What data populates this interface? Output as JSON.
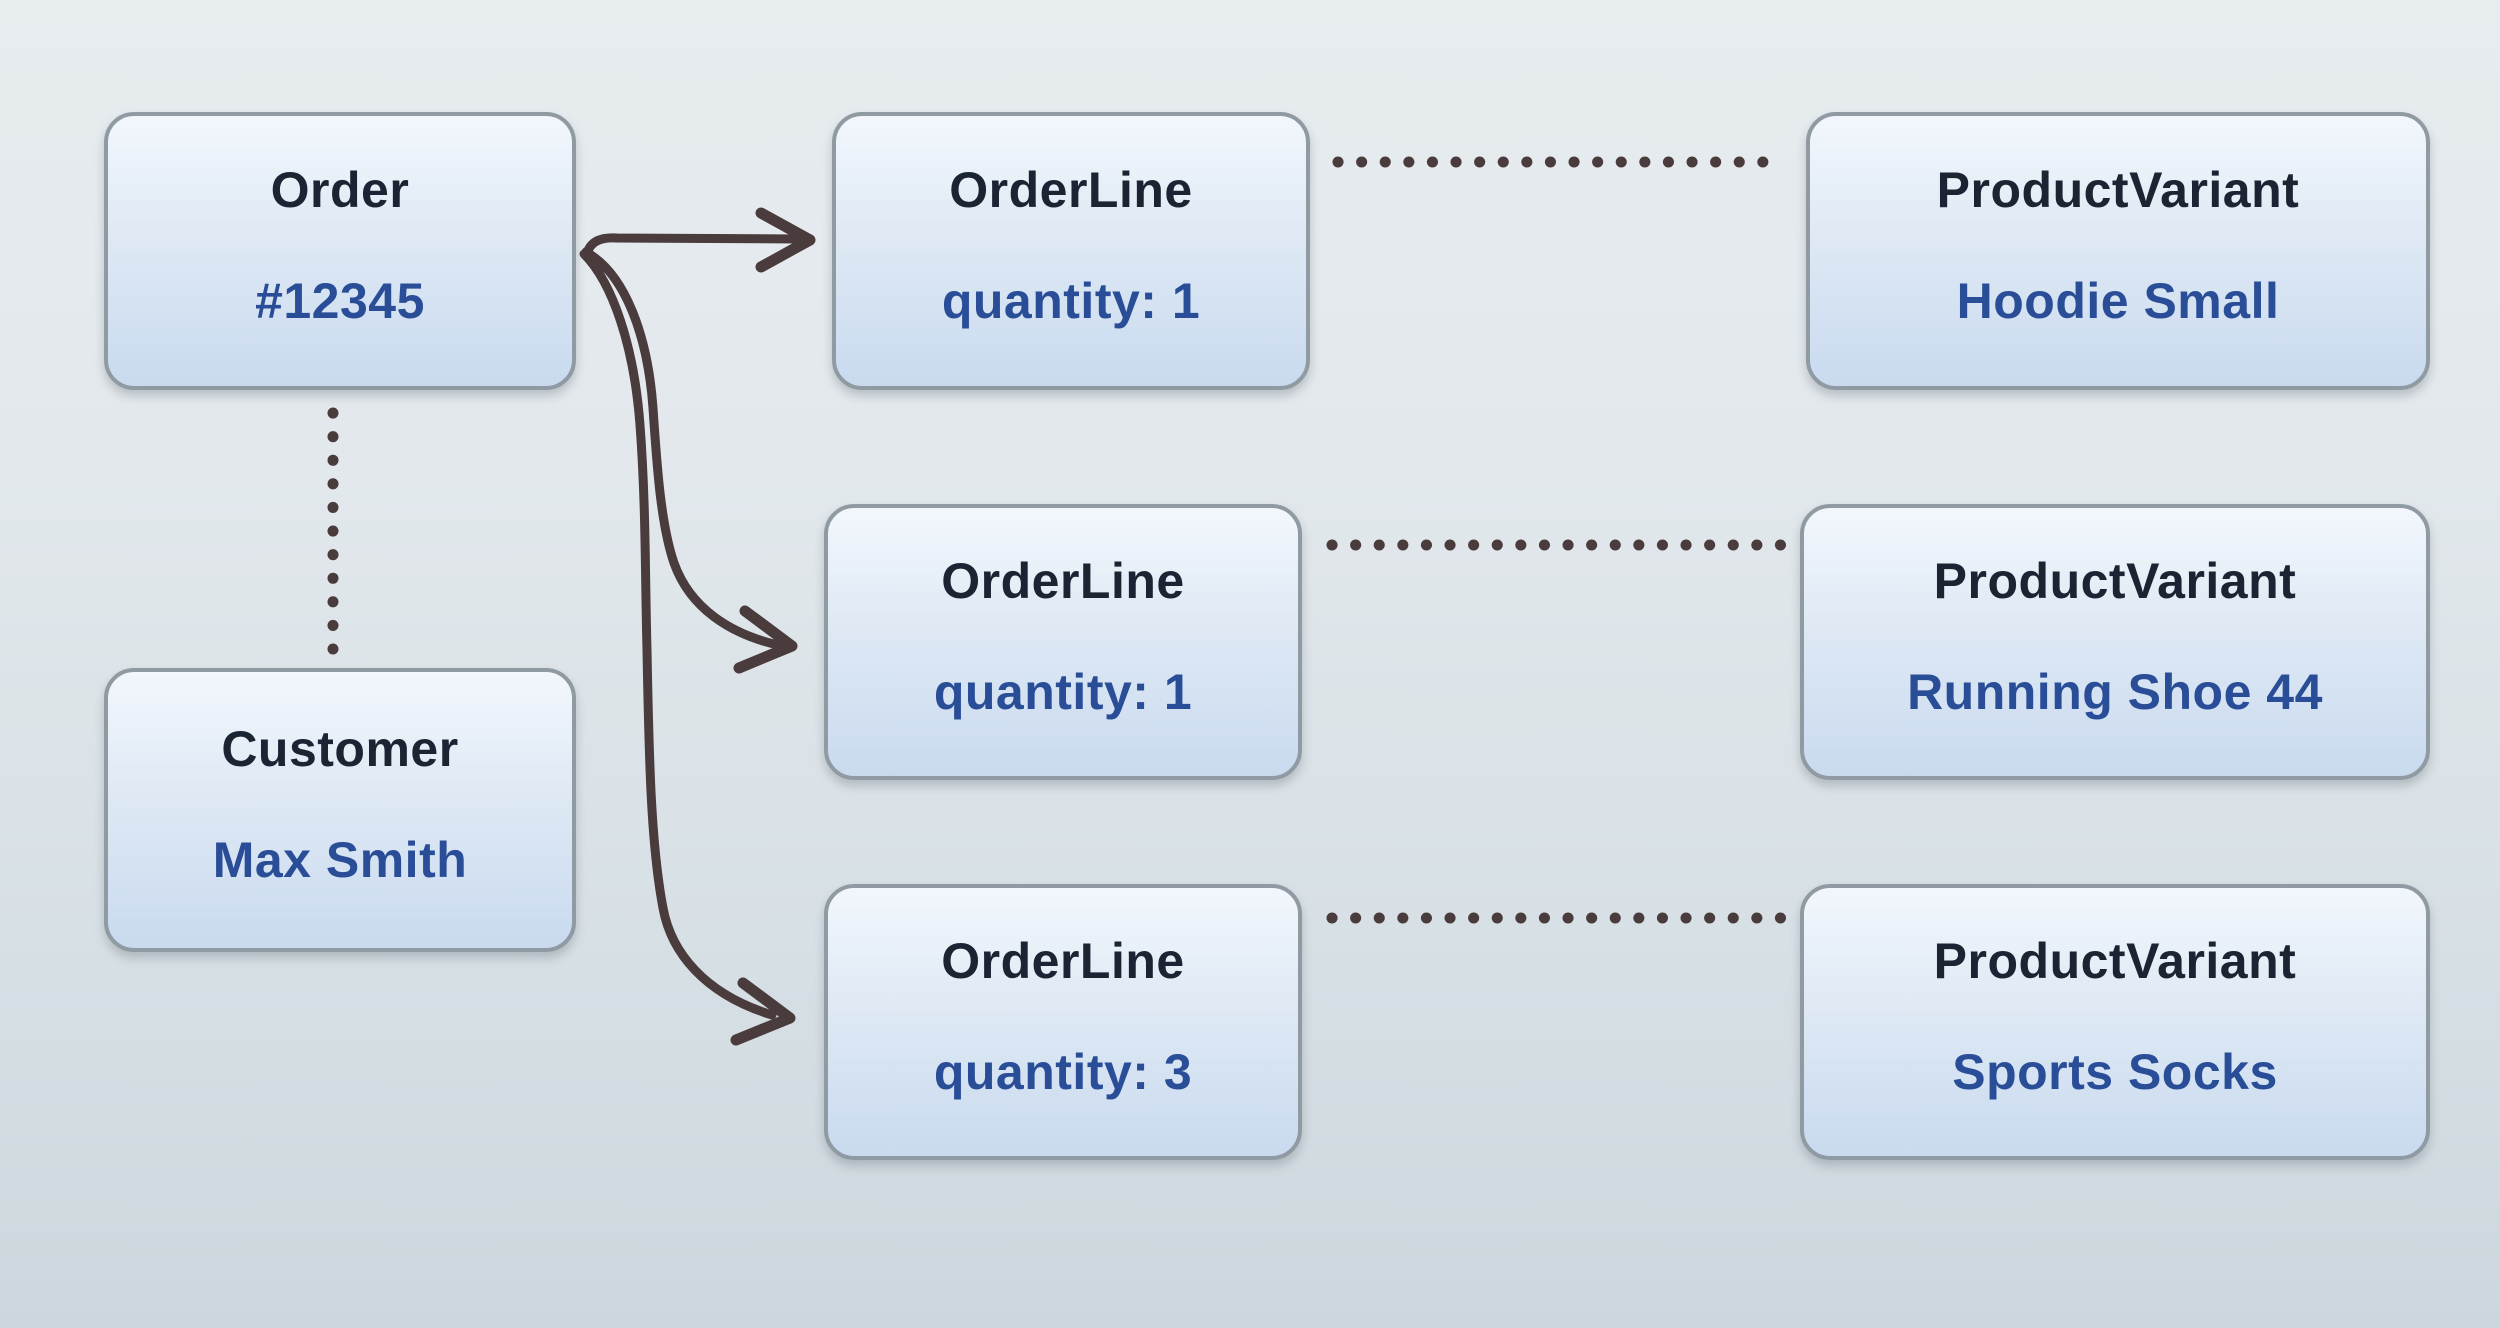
{
  "nodes": {
    "order": {
      "title": "Order",
      "value": "#12345"
    },
    "customer": {
      "title": "Customer",
      "value": "Max Smith"
    },
    "order_lines": [
      {
        "title": "OrderLine",
        "value": "quantity: 1"
      },
      {
        "title": "OrderLine",
        "value": "quantity: 1"
      },
      {
        "title": "OrderLine",
        "value": "quantity: 3"
      }
    ],
    "product_variants": [
      {
        "title": "ProductVariant",
        "value": "Hoodie Small"
      },
      {
        "title": "ProductVariant",
        "value": "Running Shoe 44"
      },
      {
        "title": "ProductVariant",
        "value": "Sports Socks"
      }
    ]
  },
  "edges": [
    {
      "from": "order",
      "to": "order_lines.0",
      "style": "solid-arrow"
    },
    {
      "from": "order",
      "to": "order_lines.1",
      "style": "solid-arrow"
    },
    {
      "from": "order",
      "to": "order_lines.2",
      "style": "solid-arrow"
    },
    {
      "from": "order",
      "to": "customer",
      "style": "dotted"
    },
    {
      "from": "order_lines.0",
      "to": "product_variants.0",
      "style": "dotted"
    },
    {
      "from": "order_lines.1",
      "to": "product_variants.1",
      "style": "dotted"
    },
    {
      "from": "order_lines.2",
      "to": "product_variants.2",
      "style": "dotted"
    }
  ],
  "colors": {
    "title_text": "#1a2432",
    "value_text": "#2a4d98",
    "box_border": "#8f9aa2",
    "box_fill_top": "#f2f7fc",
    "box_fill_bottom": "#c9daef",
    "connector": "#4a3b3c",
    "background_top": "#e7ecef",
    "background_bottom": "#ccd7dd"
  }
}
